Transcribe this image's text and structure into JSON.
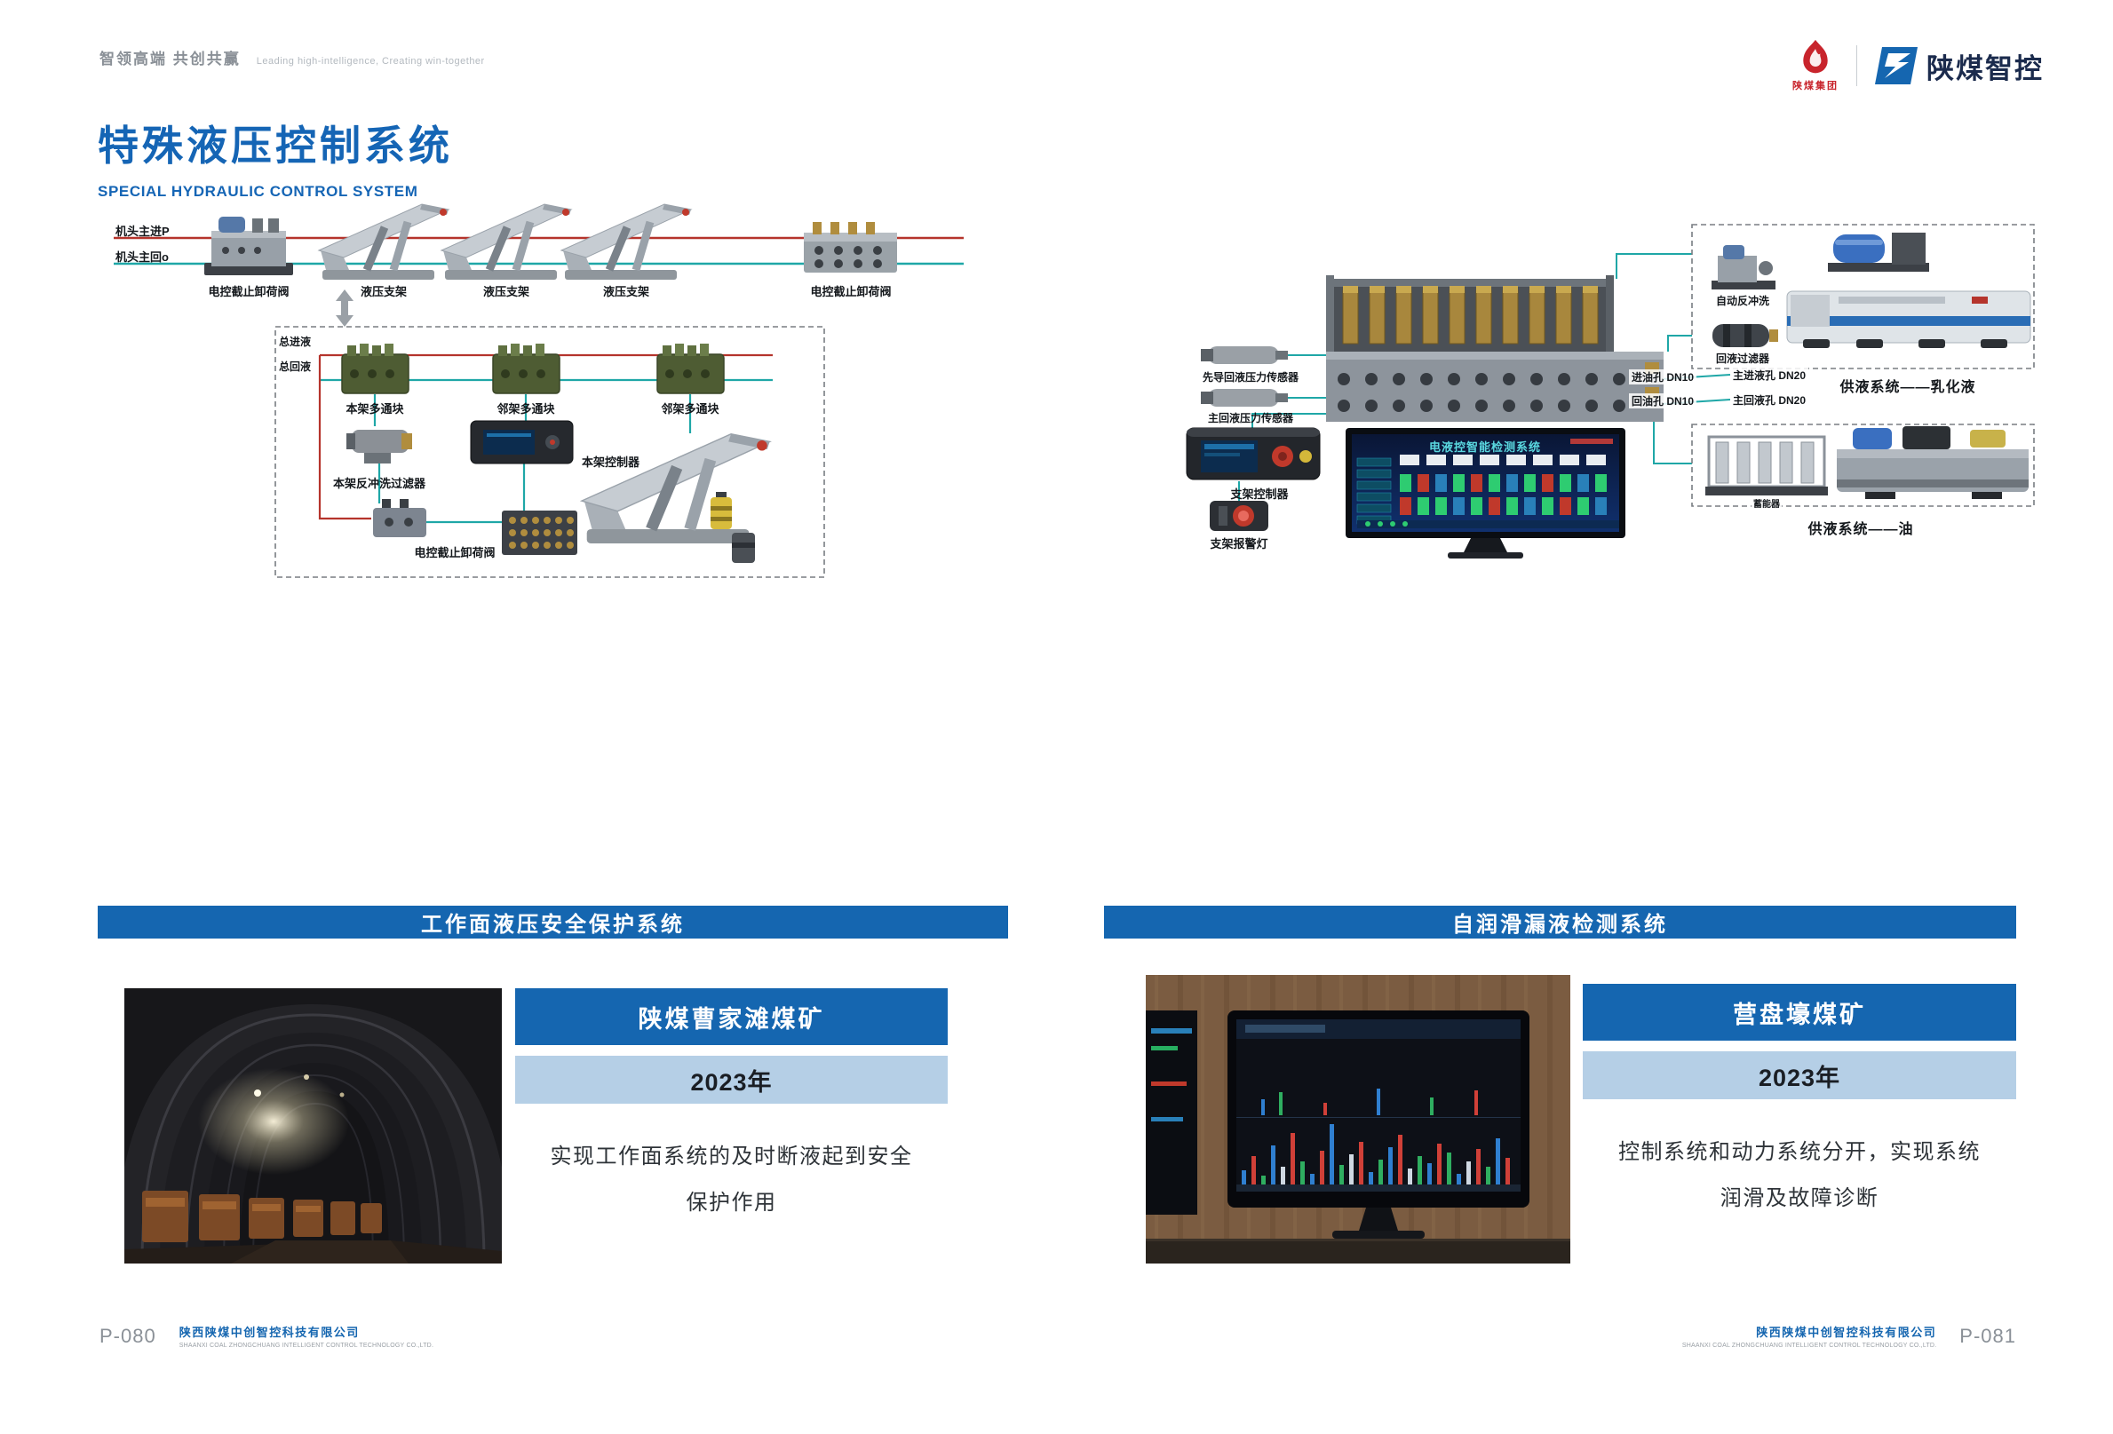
{
  "header": {
    "slogan_cn": "智领高端 共创共赢",
    "slogan_en": "Leading high-intelligence, Creating win-together",
    "brand_left_name": "陕煤集团",
    "brand_right_name": "陕煤智控"
  },
  "title": {
    "cn": "特殊液压控制系统",
    "en": "SPECIAL HYDRAULIC CONTROL SYSTEM"
  },
  "colors": {
    "accent_blue": "#1566b0",
    "light_blue_bar": "#b5cfe6",
    "pipe_red": "#b5342c",
    "pipe_teal": "#1fa7a7"
  },
  "left_diagram": {
    "line_in_label": "机头主进P",
    "line_out_label": "机头主回o",
    "valve_left_label": "电控截止卸荷阀",
    "support_labels": [
      "液压支架",
      "液压支架",
      "液压支架"
    ],
    "valve_right_label": "电控截止卸荷阀",
    "main_in_label": "总进液",
    "main_out_label": "总回液",
    "block_labels": [
      "本架多通块",
      "邻架多通块",
      "邻架多通块"
    ],
    "filter_label": "本架反冲洗过滤器",
    "controller_label": "本架控制器",
    "unload_valve_label": "电控截止卸荷阀"
  },
  "right_diagram": {
    "sensor_pilot_label": "先导回液压力传感器",
    "sensor_main_label": "主回液压力传感器",
    "controller_label": "支架控制器",
    "alarm_label": "支架报警灯",
    "screen_title": "电液控智能检测系统",
    "port_oil_in": "进油孔 DN10",
    "port_oil_out": "回油孔 DN10",
    "port_fluid_in": "主进液孔 DN20",
    "port_fluid_out": "主回液孔 DN20",
    "backflush_label": "自动反冲洗",
    "return_filter_label": "回液过滤器",
    "supply_emulsion_label": "供液系统——乳化液",
    "accumulator_label": "蓄能器",
    "supply_oil_label": "供液系统——油"
  },
  "banners": {
    "left": "工作面液压安全保护系统",
    "right": "自润滑漏液检测系统"
  },
  "cases": {
    "left": {
      "mine": "陕煤曹家滩煤矿",
      "year": "2023年",
      "desc_line1": "实现工作面系统的及时断液起到安全",
      "desc_line2": "保护作用"
    },
    "right": {
      "mine": "营盘壕煤矿",
      "year": "2023年",
      "desc_line1": "控制系统和动力系统分开，实现系统",
      "desc_line2": "润滑及故障诊断"
    }
  },
  "footer": {
    "left_page": "P-080",
    "right_page": "P-081",
    "company_cn": "陕西陕煤中创智控科技有限公司",
    "company_en": "SHAANXI COAL ZHONGCHUANG INTELLIGENT CONTROL TECHNOLOGY CO.,LTD."
  }
}
